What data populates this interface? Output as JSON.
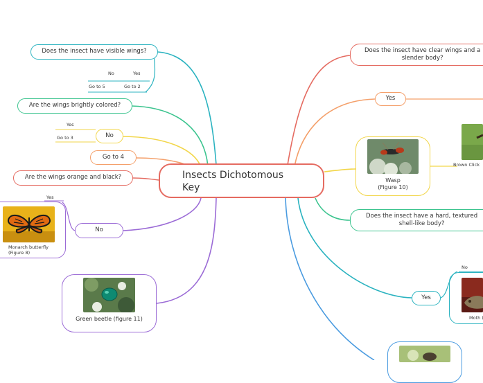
{
  "central": {
    "line1": "Insects Dichotomous",
    "line2": "Key"
  },
  "left": {
    "visible_wings": "Does the insect have visible wings?",
    "vw_no": "No",
    "vw_yes": "Yes",
    "vw_go5": "Go to 5",
    "vw_go2": "Go to 2",
    "brightly_colored": "Are the wings brightly colored?",
    "no1": "No",
    "no1_yes": "Yes",
    "no1_go3": "Go to 3",
    "go4": "Go to 4",
    "orange_black": "Are the wings orange and black?",
    "no2": "No",
    "no2_yes": "Yes",
    "monarch_line1": "Monarch butterfly",
    "monarch_line2": "(Figure 8)",
    "green_beetle": "Green beetle (figure 11)"
  },
  "right": {
    "clear_wings_line1": "Does the insect have clear wings and a",
    "clear_wings_line2": "slender body?",
    "yes1": "Yes",
    "wasp_line1": "Wasp",
    "wasp_line2": "(Figure 10)",
    "brown_click": "Brown Click",
    "hard_shell_line1": "Does the insect have a hard, textured",
    "hard_shell_line2": "shell-like body?",
    "yes2": "Yes",
    "yes2_no": "No",
    "moth": "Moth ("
  },
  "colors": {
    "central": "#e56b61",
    "teal": "#2bb3c0",
    "green": "#3cc48f",
    "yellow": "#f2d649",
    "orange": "#f4a06b",
    "red": "#e56b61",
    "purple": "#9b6bd6",
    "blue": "#4a9be0"
  }
}
